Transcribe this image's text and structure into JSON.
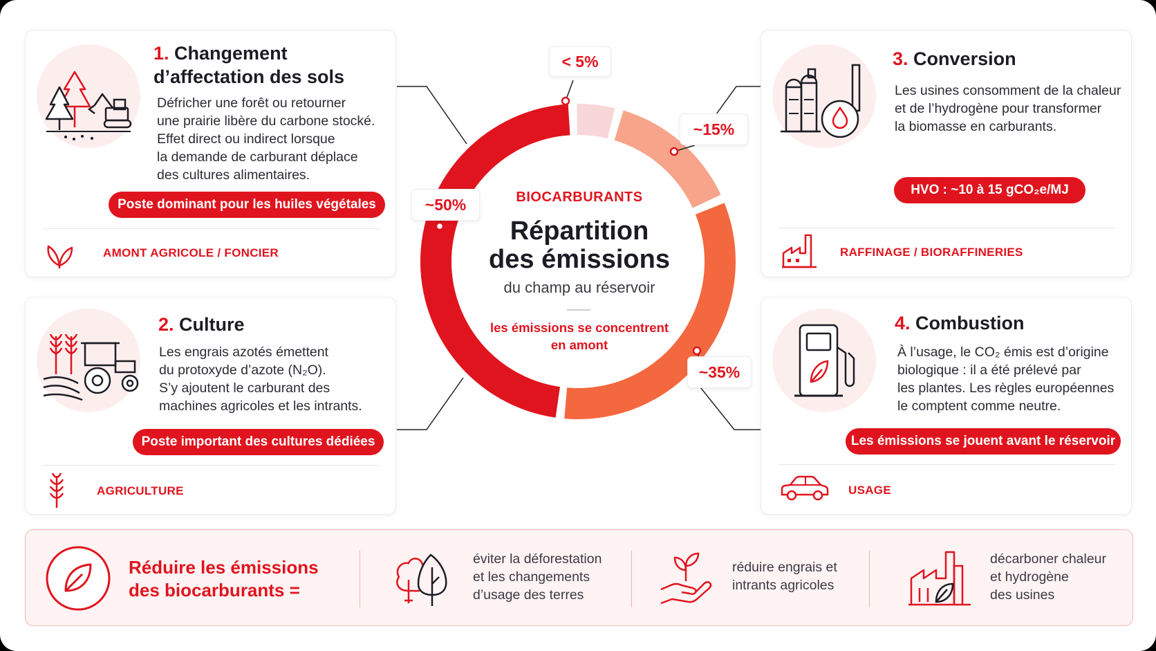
{
  "chart_data": {
    "type": "pie",
    "title": "Répartition des émissions",
    "slices": [
      {
        "label": "< 5%",
        "value": 5,
        "color": "#f8d7d8"
      },
      {
        "label": "~15%",
        "value": 15,
        "color": "#f7a48a"
      },
      {
        "label": "~35%",
        "value": 35,
        "color": "#f4683f"
      },
      {
        "label": "~50%",
        "value": 50,
        "color": "#e0141e"
      }
    ]
  },
  "center": {
    "kicker": "BIOCARBURANTS",
    "title_line1": "Répartition",
    "title_line2": "des émissions",
    "subtitle": "du champ au réservoir",
    "note_line1": "les émissions se concentrent",
    "note_line2": "en amont"
  },
  "cards": {
    "c1": {
      "num": "1.",
      "title1": "Changement",
      "title2": "d’affectation des sols",
      "desc": [
        "Défricher une forêt ou retourner",
        "une prairie libère du carbone stocké.",
        "Effet direct ou indirect lorsque",
        "la demande de carburant déplace",
        "des cultures alimentaires."
      ],
      "pill": "Poste dominant pour les huiles végétales",
      "category": "AMONT AGRICOLE / FONCIER"
    },
    "c2": {
      "num": "2.",
      "title1": "Culture",
      "desc": [
        "Les engrais azotés émettent",
        "du protoxyde d’azote (N₂O).",
        "S’y ajoutent le carburant des",
        "machines agricoles et les intrants."
      ],
      "pill": "Poste important des cultures dédiées",
      "category": "AGRICULTURE"
    },
    "c3": {
      "num": "3.",
      "title1": "Conversion",
      "desc": [
        "Les usines consomment de la chaleur",
        "et de l’hydrogène pour transformer",
        "la biomasse en carburants."
      ],
      "pill": "HVO : ~10 à 15 gCO₂e/MJ",
      "category": "RAFFINAGE / BIORAFFINERIES"
    },
    "c4": {
      "num": "4.",
      "title1": "Combustion",
      "desc": [
        "À l’usage, le CO₂ émis est d’origine",
        "biologique : il a été prélevé par",
        "les plantes. Les règles européennes",
        "le comptent comme neutre."
      ],
      "pill": "Les émissions se jouent avant le réservoir",
      "category": "USAGE"
    }
  },
  "bottom": {
    "headline1": "Réduire les émissions",
    "headline2": "des biocarburants =",
    "items": [
      {
        "l1": "éviter la déforestation",
        "l2": "et les changements",
        "l3": "d’usage des terres"
      },
      {
        "l1": "réduire engrais et",
        "l2": "intrants agricoles"
      },
      {
        "l1": "décarboner chaleur",
        "l2": "et hydrogène",
        "l3": "des usines"
      }
    ]
  },
  "colors": {
    "accent": "#e0141e",
    "tint": "#fdeeee"
  }
}
